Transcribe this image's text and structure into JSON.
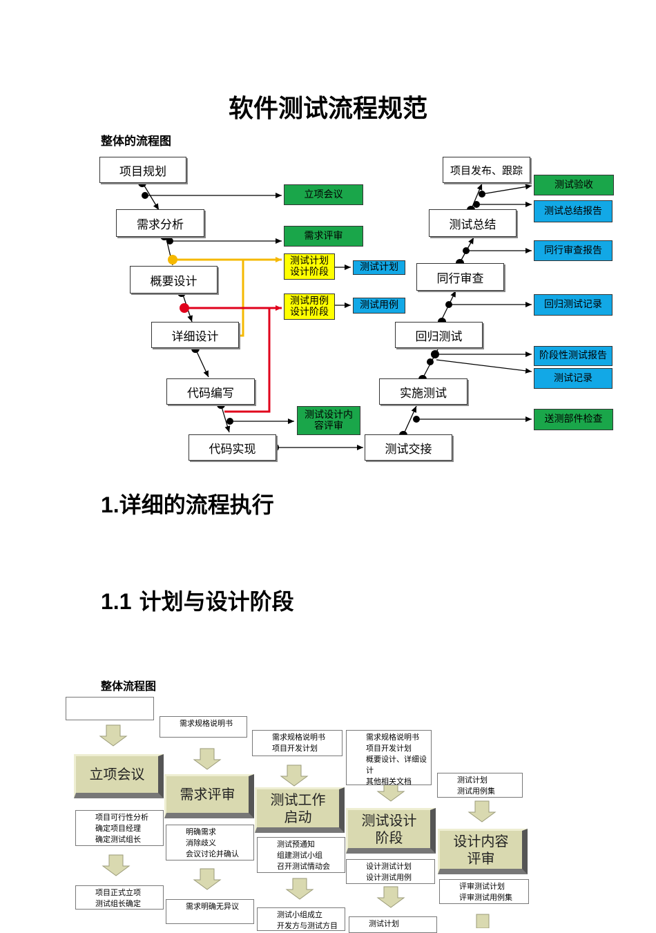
{
  "title": "软件测试流程规范",
  "overview_label": "整体的流程图",
  "flow1": {
    "left_boxes": [
      "项目规划",
      "需求分析",
      "概要设计",
      "详细设计",
      "代码编写",
      "代码实现"
    ],
    "right_boxes": [
      "测试交接",
      "实施测试",
      "回归测试",
      "同行审查",
      "测试总结",
      "项目发布、跟踪"
    ],
    "green_tags": [
      "立项会议",
      "需求评审",
      "测试设计内容评审",
      "测试验收",
      "送测部件检查"
    ],
    "yellow_tags": [
      "测试计划设计阶段",
      "测试用例设计阶段"
    ],
    "blue_tags": [
      "测试计划",
      "测试用例",
      "测试总结报告",
      "同行审查报告",
      "回归测试记录",
      "阶段性测试报告",
      "测试记录"
    ],
    "colors": {
      "green": "#1aa64a",
      "blue": "#12a8e6",
      "yellow": "#ffff00",
      "orange_line": "#f5b800",
      "red_line": "#e0001b"
    }
  },
  "section1": {
    "number": "1.",
    "title": "详细的流程执行"
  },
  "section11": {
    "number": "1.1",
    "title": "计划与设计阶段"
  },
  "overview2_label": "整体流程图",
  "flow2": {
    "stages": [
      "立项会议",
      "需求评审",
      "测试工作启动",
      "测试设计阶段",
      "设计内容评审"
    ],
    "inputs": [
      [
        ""
      ],
      [
        "需求规格说明书"
      ],
      [
        "需求规格说明书",
        "项目开发计划"
      ],
      [
        "需求规格说明书",
        "项目开发计划",
        "概要设计、详细设计",
        "其他相关文档"
      ],
      [
        "测试计划",
        "测试用例集"
      ]
    ],
    "activities": [
      [
        "项目可行性分析",
        "确定项目经理",
        "确定测试组长"
      ],
      [
        "明确需求",
        "消除歧义",
        "会议讨论并确认"
      ],
      [
        "测试预通知",
        "组建测试小组",
        "召开测试情动会"
      ],
      [
        "设计测试计划",
        "设计测试用例"
      ],
      [
        "评审测试计划",
        "评审测试用例集"
      ]
    ],
    "outputs": [
      [
        "项目正式立项",
        "测试组长确定"
      ],
      [
        "需求明确无异议"
      ],
      [
        "测试小组成立",
        "开发方与测试方目"
      ],
      [
        "测试计划"
      ]
    ]
  }
}
